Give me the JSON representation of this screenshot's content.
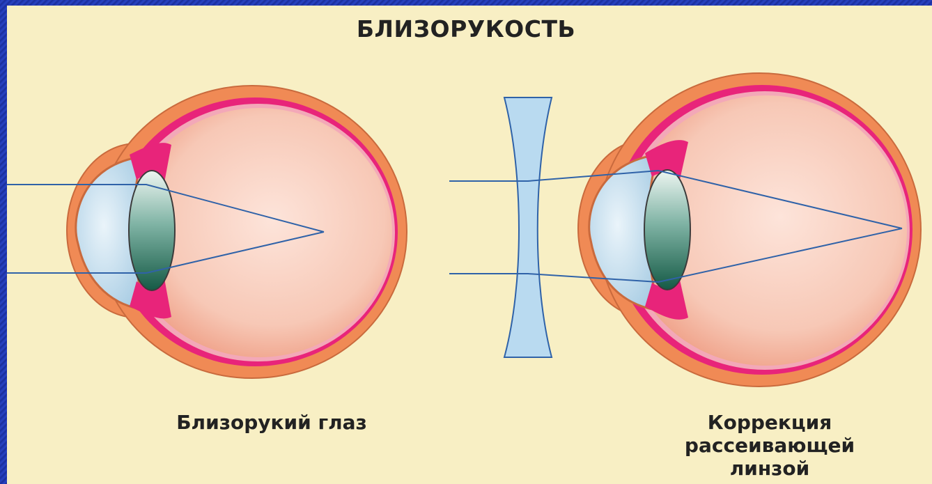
{
  "title": "БЛИЗОРУКОСТЬ",
  "captions": {
    "myopic_eye": "Близорукий глаз",
    "correction": [
      "Коррекция",
      "рассеивающей",
      "линзой"
    ]
  },
  "colors": {
    "frame": "#1a2f9e",
    "background": "#f8efc4",
    "sclera": "#f08a55",
    "eyeball_interior": "#fbd6c8",
    "choroid": "#e8247a",
    "cornea": "#cfe5f2",
    "lens_light": "#e8f2ee",
    "lens_dark": "#1f6a55",
    "concave_lens": "#b9daf0",
    "light_ray": "#2f62a8",
    "text": "#222222"
  },
  "icons": [
    "myopic-eye",
    "corrected-eye",
    "concave-lens"
  ]
}
